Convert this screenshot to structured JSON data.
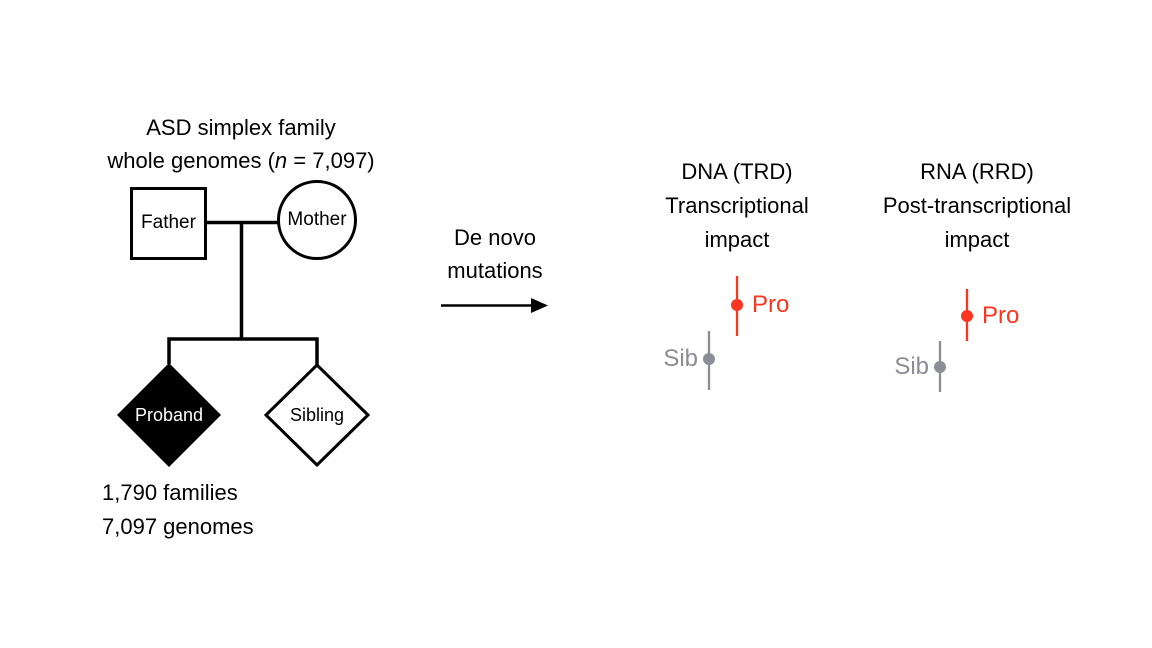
{
  "pedigree": {
    "title_line1": "ASD simplex family",
    "title_line2_pre": "whole genomes (",
    "title_line2_italic": "n",
    "title_line2_post": " = 7,097)",
    "father_label": "Father",
    "mother_label": "Mother",
    "proband_label": "Proband",
    "sibling_label": "Sibling",
    "stats_line1": "1,790 families",
    "stats_line2": "7,097 genomes"
  },
  "arrow": {
    "line1": "De novo",
    "line2": "mutations"
  },
  "panels": [
    {
      "title_line1": "DNA (TRD)",
      "title_line2": "Transcriptional",
      "title_line3": "impact",
      "pro_label": "Pro",
      "sib_label": "Sib"
    },
    {
      "title_line1": "RNA (RRD)",
      "title_line2": "Post-transcriptional",
      "title_line3": "impact",
      "pro_label": "Pro",
      "sib_label": "Sib"
    }
  ],
  "colors": {
    "proband_red": "#fa3520",
    "sibling_gray": "#8b8c94",
    "ink": "#000000"
  },
  "chart_data": [
    {
      "type": "scatter",
      "title": "DNA (TRD) Transcriptional impact",
      "xlabel": "",
      "ylabel": "",
      "axes_shown": false,
      "note": "Qualitative point-range (forest-style) panel; no axis scale shown. Values are normalized estimates of vertical position (0-1, higher = greater impact).",
      "series": [
        {
          "name": "Sib",
          "color": "#8b8c94",
          "y": 0.26,
          "y_err": 0.25
        },
        {
          "name": "Pro",
          "color": "#fa3520",
          "y": 0.71,
          "y_err": 0.25
        }
      ]
    },
    {
      "type": "scatter",
      "title": "RNA (RRD) Post-transcriptional impact",
      "xlabel": "",
      "ylabel": "",
      "axes_shown": false,
      "note": "Qualitative point-range (forest-style) panel; no axis scale shown. Values are normalized estimates of vertical position (0-1, higher = greater impact).",
      "series": [
        {
          "name": "Sib",
          "color": "#8b8c94",
          "y": 0.25,
          "y_err": 0.23
        },
        {
          "name": "Pro",
          "color": "#fa3520",
          "y": 0.72,
          "y_err": 0.23
        }
      ]
    }
  ]
}
